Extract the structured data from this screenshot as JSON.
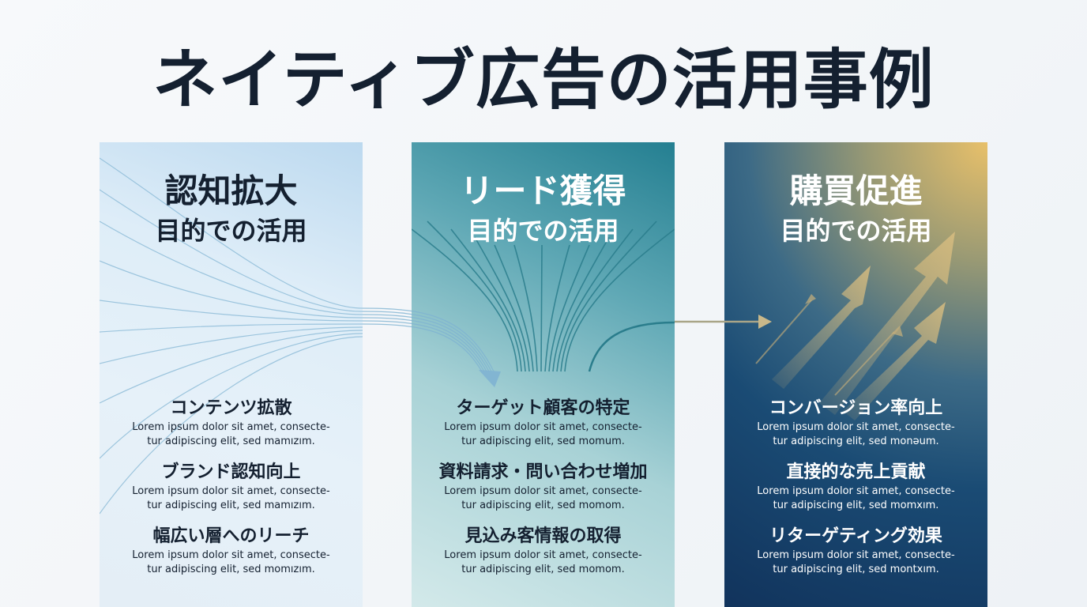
{
  "title": "ネイティブ広告の活用事例",
  "colors": {
    "title_text": "#142030",
    "panel1_bg": "#deedf8",
    "panel2_bg": "#5fa8b5",
    "panel3_bg": "#1a4b74",
    "panel3_accent": "#e8c06a"
  },
  "panels": [
    {
      "title": "認知拡大",
      "subtitle": "目的での活用",
      "icon": "converging-lines-arrow-icon",
      "items": [
        {
          "heading": "コンテンツ拡散",
          "line1": "Lorem ipsum dolor sit amet, consecte-",
          "line2": "tur adipiscing elit, sed mamızım."
        },
        {
          "heading": "ブランド認知向上",
          "line1": "Lorem ipsum dolor sit amet, consecte-",
          "line2": "tur adipiscing elit, sed mamızım."
        },
        {
          "heading": "幅広い層へのリーチ",
          "line1": "Lorem ipsum dolor sit amet, consecte-",
          "line2": "tur adipiscing elit, sed momızım."
        }
      ]
    },
    {
      "title": "リード獲得",
      "subtitle": "目的での活用",
      "icon": "funnel-lines-icon",
      "items": [
        {
          "heading": "ターゲット顧客の特定",
          "line1": "Lorem ipsum dolor sit amet, consecte-",
          "line2": "tur adipiscing elit, sed momum."
        },
        {
          "heading": "資料請求・問い合わせ増加",
          "line1": "Lorem ipsum dolor sit amet, consecte-",
          "line2": "tur adipiscing elit, sed momom."
        },
        {
          "heading": "見込み客情報の取得",
          "line1": "Lorem ipsum dolor sit amet, consecte-",
          "line2": "tur adipiscing elit, sed momom."
        }
      ]
    },
    {
      "title": "購買促進",
      "subtitle": "目的での活用",
      "icon": "growth-arrows-icon",
      "items": [
        {
          "heading": "コンバージョン率向上",
          "line1": "Lorem ipsum dolor sit amet, consecte-",
          "line2": "tur adipiscing elit, sed monəum."
        },
        {
          "heading": "直接的な売上貢献",
          "line1": "Lorem ipsum dolor sit amet, consecte-",
          "line2": "tur adipiscing elit, sed momxım."
        },
        {
          "heading": "リターゲティング効果",
          "line1": "Lorem ipsum dolor sit amet, consecte-",
          "line2": "tur adipiscing elit, sed montxım."
        }
      ]
    }
  ]
}
